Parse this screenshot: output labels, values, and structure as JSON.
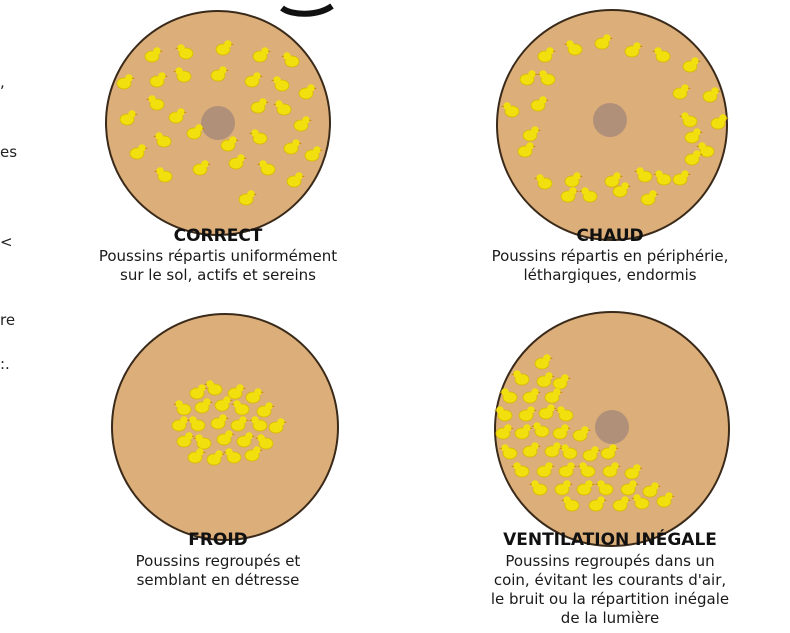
{
  "panels": [
    {
      "title": "CORRECT",
      "lines": [
        "Poussins répartis uniformément",
        "sur le sol, actifs et sereins"
      ]
    },
    {
      "title": "CHAUD",
      "lines": [
        "Poussins répartis en périphérie,",
        "léthargiques, endormis"
      ]
    },
    {
      "title": "FROID",
      "lines": [
        "Poussins regroupés et",
        "semblant en détresse"
      ]
    },
    {
      "title": "VENTILATION INÉGALE",
      "lines": [
        "Poussins regroupés dans un",
        "coin, évitant les courants d'air,",
        "le bruit ou la répartition inégale",
        "de la lumière"
      ]
    }
  ],
  "edge_fragments": [
    ",",
    "es",
    "<",
    "re",
    ":."
  ],
  "colors": {
    "floor": "#dcae7a",
    "border": "#3a2a1a",
    "heater": "#b09078",
    "chick": "#f2df0e",
    "chick_shadow": "#d8b800"
  }
}
